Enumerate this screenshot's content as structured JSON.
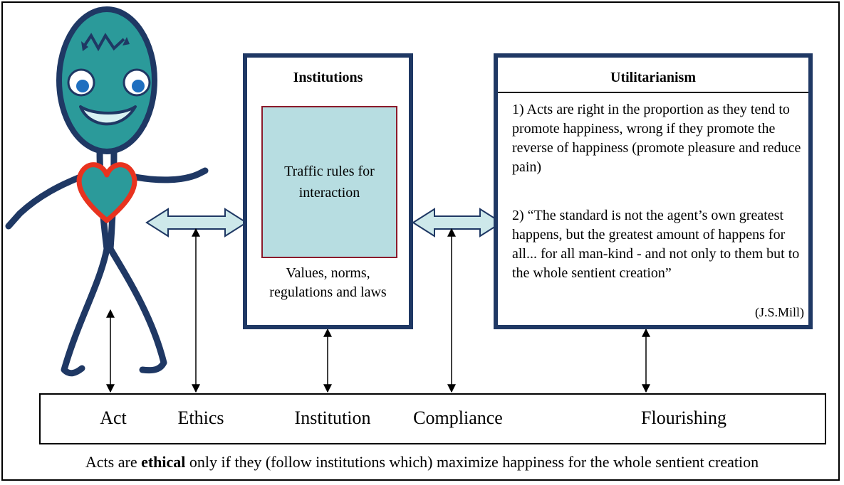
{
  "institutions": {
    "title": "Institutions",
    "inner_label": "Traffic rules for interaction",
    "caption": "Values, norms, regulations and laws"
  },
  "utilitarianism": {
    "title": "Utilitarianism",
    "point_1": "1) Acts are right in the proportion as they tend to promote happiness, wrong if they promote the reverse of happiness (promote pleasure and reduce pain)",
    "point_2": "2) “The standard is not the agent’s own greatest happens, but the greatest amount of happens for all... for all man-kind - and not only to them but to the whole sentient creation”",
    "citation": "(J.S.Mill)"
  },
  "terms": [
    "Act",
    "Ethics",
    "Institution",
    "Compliance",
    "Flourishing"
  ],
  "conclusion": {
    "before": "Acts are ",
    "emphasis": "ethical",
    "after": " only if they (follow institutions which) maximize happiness for the whole sentient creation"
  },
  "colors": {
    "box_border": "#1f3864",
    "figure_teal": "#2b9a9a",
    "heart_outline": "#e8331f",
    "inner_fill": "#b7dde1",
    "inner_border": "#8b1a2b",
    "arrow_fill": "#cde8ea"
  }
}
